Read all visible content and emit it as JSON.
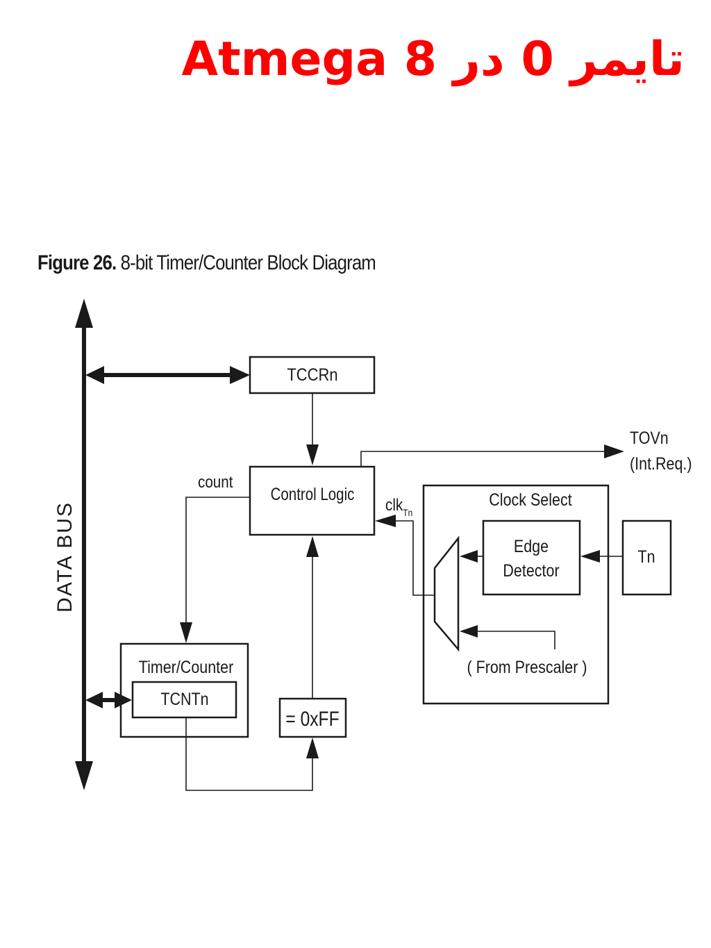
{
  "slide": {
    "title": "تایمر 0 در Atmega 8"
  },
  "figure": {
    "caption_label": "Figure 26.",
    "caption_text": "8-bit Timer/Counter Block Diagram"
  },
  "diagram": {
    "data_bus_label": "DATA BUS",
    "tccr_label": "TCCRn",
    "control_logic_label": "Control Logic",
    "count_label": "count",
    "clk_label": "clk",
    "clk_subscript": "Tn",
    "tov_label": "TOVn",
    "int_req_label": "(Int.Req.)",
    "clock_select_label": "Clock Select",
    "edge_detector_line1": "Edge",
    "edge_detector_line2": "Detector",
    "tn_label": "Tn",
    "from_prescaler_label": "( From Prescaler )",
    "timer_counter_label": "Timer/Counter",
    "tcnt_label": "TCNTn",
    "compare_label": "= 0xFF"
  }
}
